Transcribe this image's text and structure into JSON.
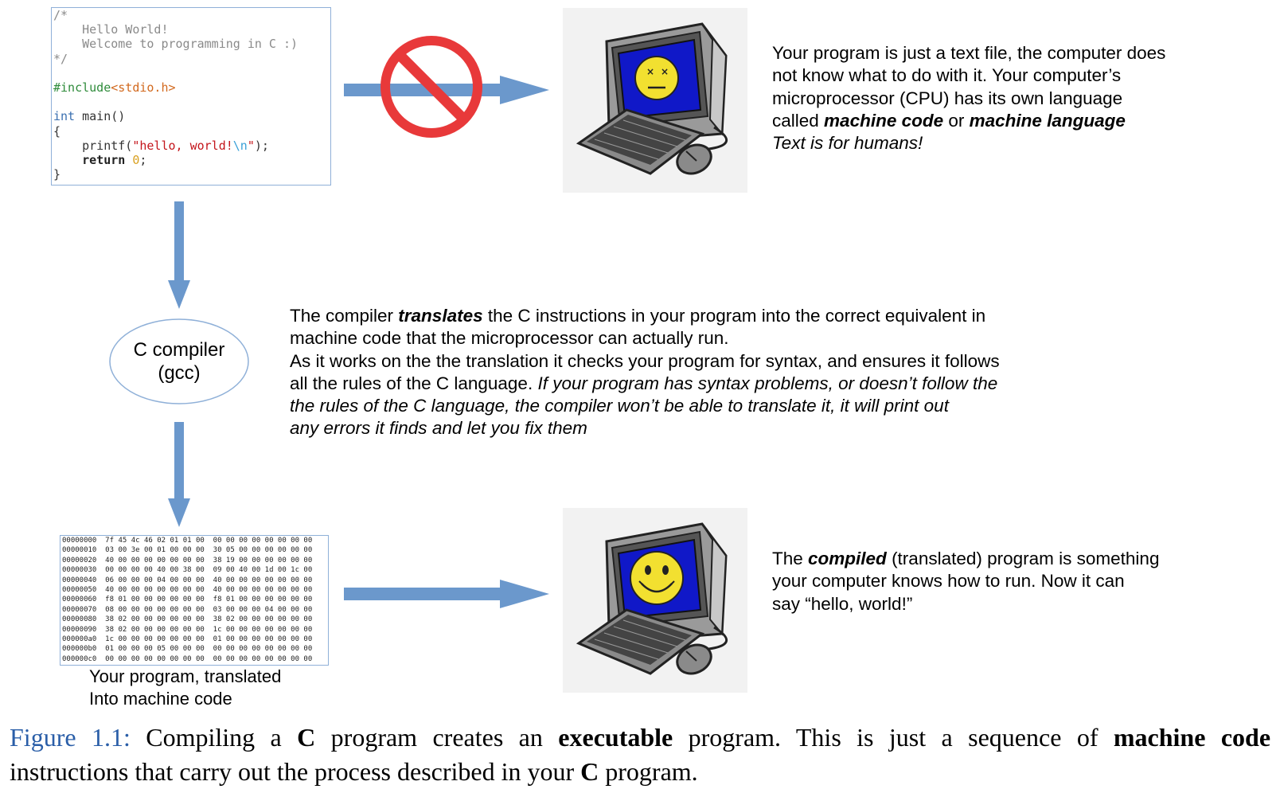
{
  "code": {
    "comment_open": "/*",
    "hello_line": "Hello World!",
    "welcome_line": "Welcome to programming in C :)",
    "comment_close": "*/",
    "include_directive": "#include",
    "include_file": "<stdio.h>",
    "int_kw": "int",
    "main_sig": " main()",
    "open_brace": "{",
    "printf_fn": "printf(",
    "printf_str": "\"hello, world!",
    "printf_escape": "\\n",
    "printf_close_quote": "\"",
    "printf_end": ");",
    "return_kw": "return",
    "return_val": "0",
    "semicolon": ";",
    "close_brace": "}"
  },
  "hex_dump": [
    "00000000  7f 45 4c 46 02 01 01 00  00 00 00 00 00 00 00 00",
    "00000010  03 00 3e 00 01 00 00 00  30 05 00 00 00 00 00 00",
    "00000020  40 00 00 00 00 00 00 00  38 19 00 00 00 00 00 00",
    "00000030  00 00 00 00 40 00 38 00  09 00 40 00 1d 00 1c 00",
    "00000040  06 00 00 00 04 00 00 00  40 00 00 00 00 00 00 00",
    "00000050  40 00 00 00 00 00 00 00  40 00 00 00 00 00 00 00",
    "00000060  f8 01 00 00 00 00 00 00  f8 01 00 00 00 00 00 00",
    "00000070  08 00 00 00 00 00 00 00  03 00 00 00 04 00 00 00",
    "00000080  38 02 00 00 00 00 00 00  38 02 00 00 00 00 00 00",
    "00000090  38 02 00 00 00 00 00 00  1c 00 00 00 00 00 00 00",
    "000000a0  1c 00 00 00 00 00 00 00  01 00 00 00 00 00 00 00",
    "000000b0  01 00 00 00 05 00 00 00  00 00 00 00 00 00 00 00",
    "000000c0  00 00 00 00 00 00 00 00  00 00 00 00 00 00 00 00"
  ],
  "hex_caption": {
    "line1": "Your program, translated",
    "line2": "Into machine code"
  },
  "compiler": {
    "line1": "C compiler",
    "line2": "(gcc)"
  },
  "top_text": {
    "l1": "Your program is just a text file, the computer does",
    "l2": "not know what to do with it. Your computer’s",
    "l3": "microprocessor (CPU) has its own language",
    "l4_a": "called ",
    "l4_b": "machine code",
    "l4_c": " or ",
    "l4_d": "machine language",
    "l5": "Text is for humans!"
  },
  "middle_text": {
    "l1_a": "The compiler ",
    "l1_b": "translates",
    "l1_c": " the C instructions in your program into the correct equivalent in",
    "l2": "machine code that the microprocessor can actually run.",
    "l3": "As it works on the the translation it checks your program for syntax, and ensures it follows",
    "l4_a": "all the rules of the C language. ",
    "l4_b": "If your program has syntax problems, or doesn’t follow the",
    "l5": "the rules of the C language, the compiler won’t be able to translate it, it will print out",
    "l6": "any errors it finds and let you fix them"
  },
  "bottom_text": {
    "l1_a": "The ",
    "l1_b": "compiled",
    "l1_c": " (translated) program is something",
    "l2": "your computer knows how to run. Now it can",
    "l3": "say “hello, world!”"
  },
  "figure_caption": {
    "label": "Figure 1.1:",
    "t1": " Compiling a ",
    "b1": "C",
    "t2": " program creates an ",
    "b2": "executable",
    "t3": " program.  This is just a sequence of ",
    "b3": "machine code",
    "t4": "instructions that carry out the process described in your ",
    "b4": "C",
    "t5": " program."
  },
  "colors": {
    "arrow": "#6b98cc",
    "prohibit": "#e8393a",
    "screen": "#1018c8",
    "face": "#f2e030",
    "figure_label": "#2a5ea8"
  },
  "icons": {
    "prohibit": "no-entry-icon",
    "sad_computer": "sad-computer-icon",
    "happy_computer": "happy-computer-icon"
  }
}
